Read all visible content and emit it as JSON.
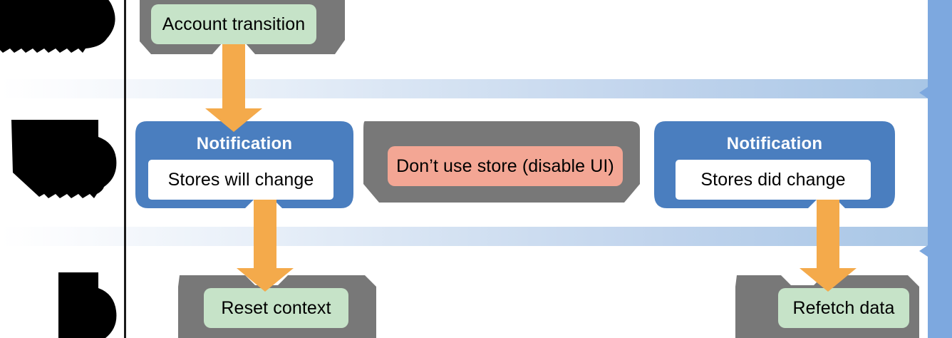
{
  "diagram": {
    "title_hidden": true,
    "colors": {
      "green_fill": "#c6e3c8",
      "blue_fill": "#4a7ebf",
      "gray_fill": "#787878",
      "salmon_fill": "#f3a694",
      "orange_arrow": "#f4aa4b",
      "band_blue": "#b4cbe8",
      "edge_bar_blue": "#7da8df",
      "white": "#ffffff",
      "black": "#000000",
      "divider": "#1a1a1a"
    },
    "lanes": [
      {
        "name": "lane-1-label",
        "redacted": true
      },
      {
        "name": "lane-2-label",
        "redacted": true
      },
      {
        "name": "lane-3-label",
        "redacted": true
      }
    ],
    "nodes": [
      {
        "id": "account-transition",
        "label": "Account transition",
        "kind": "green-box-in-gray-container",
        "row": 1,
        "column": 1
      },
      {
        "id": "notification-stores-will-change",
        "title": "Notification",
        "label": "Stores will change",
        "kind": "blue-notification",
        "row": 2,
        "column": 1
      },
      {
        "id": "dont-use-store",
        "label": "Don’t use store (disable UI)",
        "kind": "salmon-box-in-gray-container",
        "row": 2,
        "column": 2
      },
      {
        "id": "notification-stores-did-change",
        "title": "Notification",
        "label": "Stores did change",
        "kind": "blue-notification",
        "row": 2,
        "column": 3
      },
      {
        "id": "reset-context",
        "label": "Reset context",
        "kind": "green-box-in-gray-container",
        "row": 3,
        "column": 1
      },
      {
        "id": "refetch-data",
        "label": "Refetch data",
        "kind": "green-box-in-gray-container",
        "row": 3,
        "column": 3
      }
    ],
    "arrows": [
      {
        "id": "arrow-account-to-will-change",
        "from": "account-transition",
        "to": "notification-stores-will-change",
        "direction": "down"
      },
      {
        "id": "arrow-will-change-to-reset",
        "from": "notification-stores-will-change",
        "to": "reset-context",
        "direction": "down"
      },
      {
        "id": "arrow-did-change-to-refetch",
        "from": "notification-stores-did-change",
        "to": "refetch-data",
        "direction": "down"
      }
    ]
  }
}
